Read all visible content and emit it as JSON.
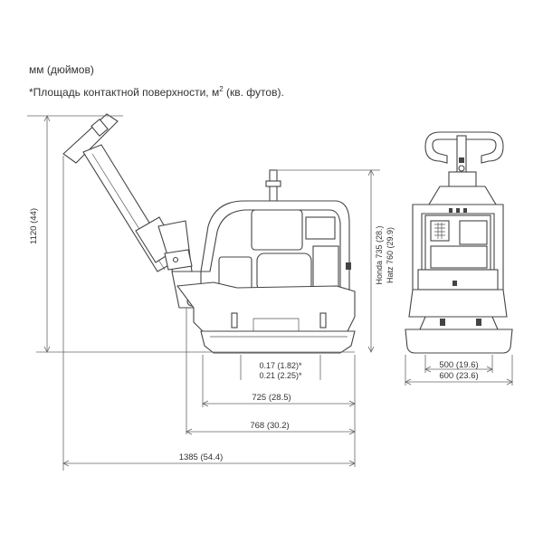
{
  "header": {
    "units": "мм (дюймов)",
    "contact_prefix": "*Площадь контактной поверхности, м",
    "contact_sup": "2",
    "contact_suffix": " (кв. футов)."
  },
  "dimensions": {
    "height": "1120 (44)",
    "honda_height": "Honda 735 (28.)",
    "hatz_height": "Hatz 760 (29.9)",
    "contact_area_1": "0.17 (1.82)*",
    "contact_area_2": "0.21 (2.25)*",
    "plate_length": "725 (28.5)",
    "base_length": "768 (30.2)",
    "total_length": "1385 (54.4)",
    "width_1": "500 (19.6)",
    "width_2": "600 (23.6)"
  }
}
